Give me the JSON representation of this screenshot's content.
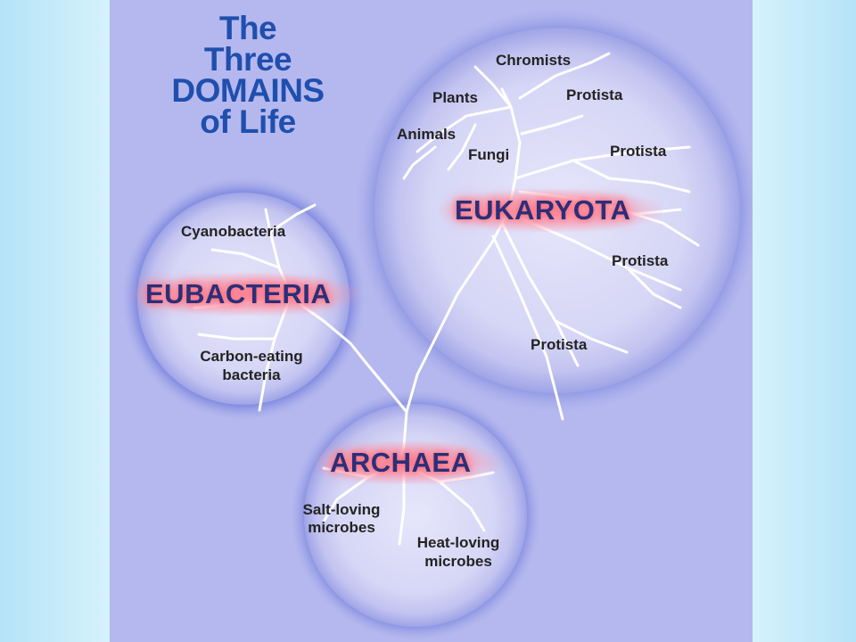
{
  "title": {
    "line1": "The",
    "line2": "Three",
    "line3": "DOMAINS",
    "line4": "of Life"
  },
  "domains": {
    "eukaryota": {
      "name": "EUKARYOTA",
      "labels": [
        "Chromists",
        "Plants",
        "Protista",
        "Animals",
        "Fungi",
        "Protista",
        "Protista",
        "Protista"
      ]
    },
    "eubacteria": {
      "name": "EUBACTERIA",
      "labels": [
        "Cyanobacteria",
        "Carbon-eating",
        "bacteria"
      ]
    },
    "archaea": {
      "name": "ARCHAEA",
      "labels": [
        "Salt-loving",
        "microbes",
        "Heat-loving",
        "microbes"
      ]
    }
  },
  "colors": {
    "background_panel": "#b5b8ee",
    "circle_fill": "#dcdcf8",
    "title": "#1f4fae",
    "domain_glow": "#ff7c8a",
    "branch": "#ffffff"
  }
}
